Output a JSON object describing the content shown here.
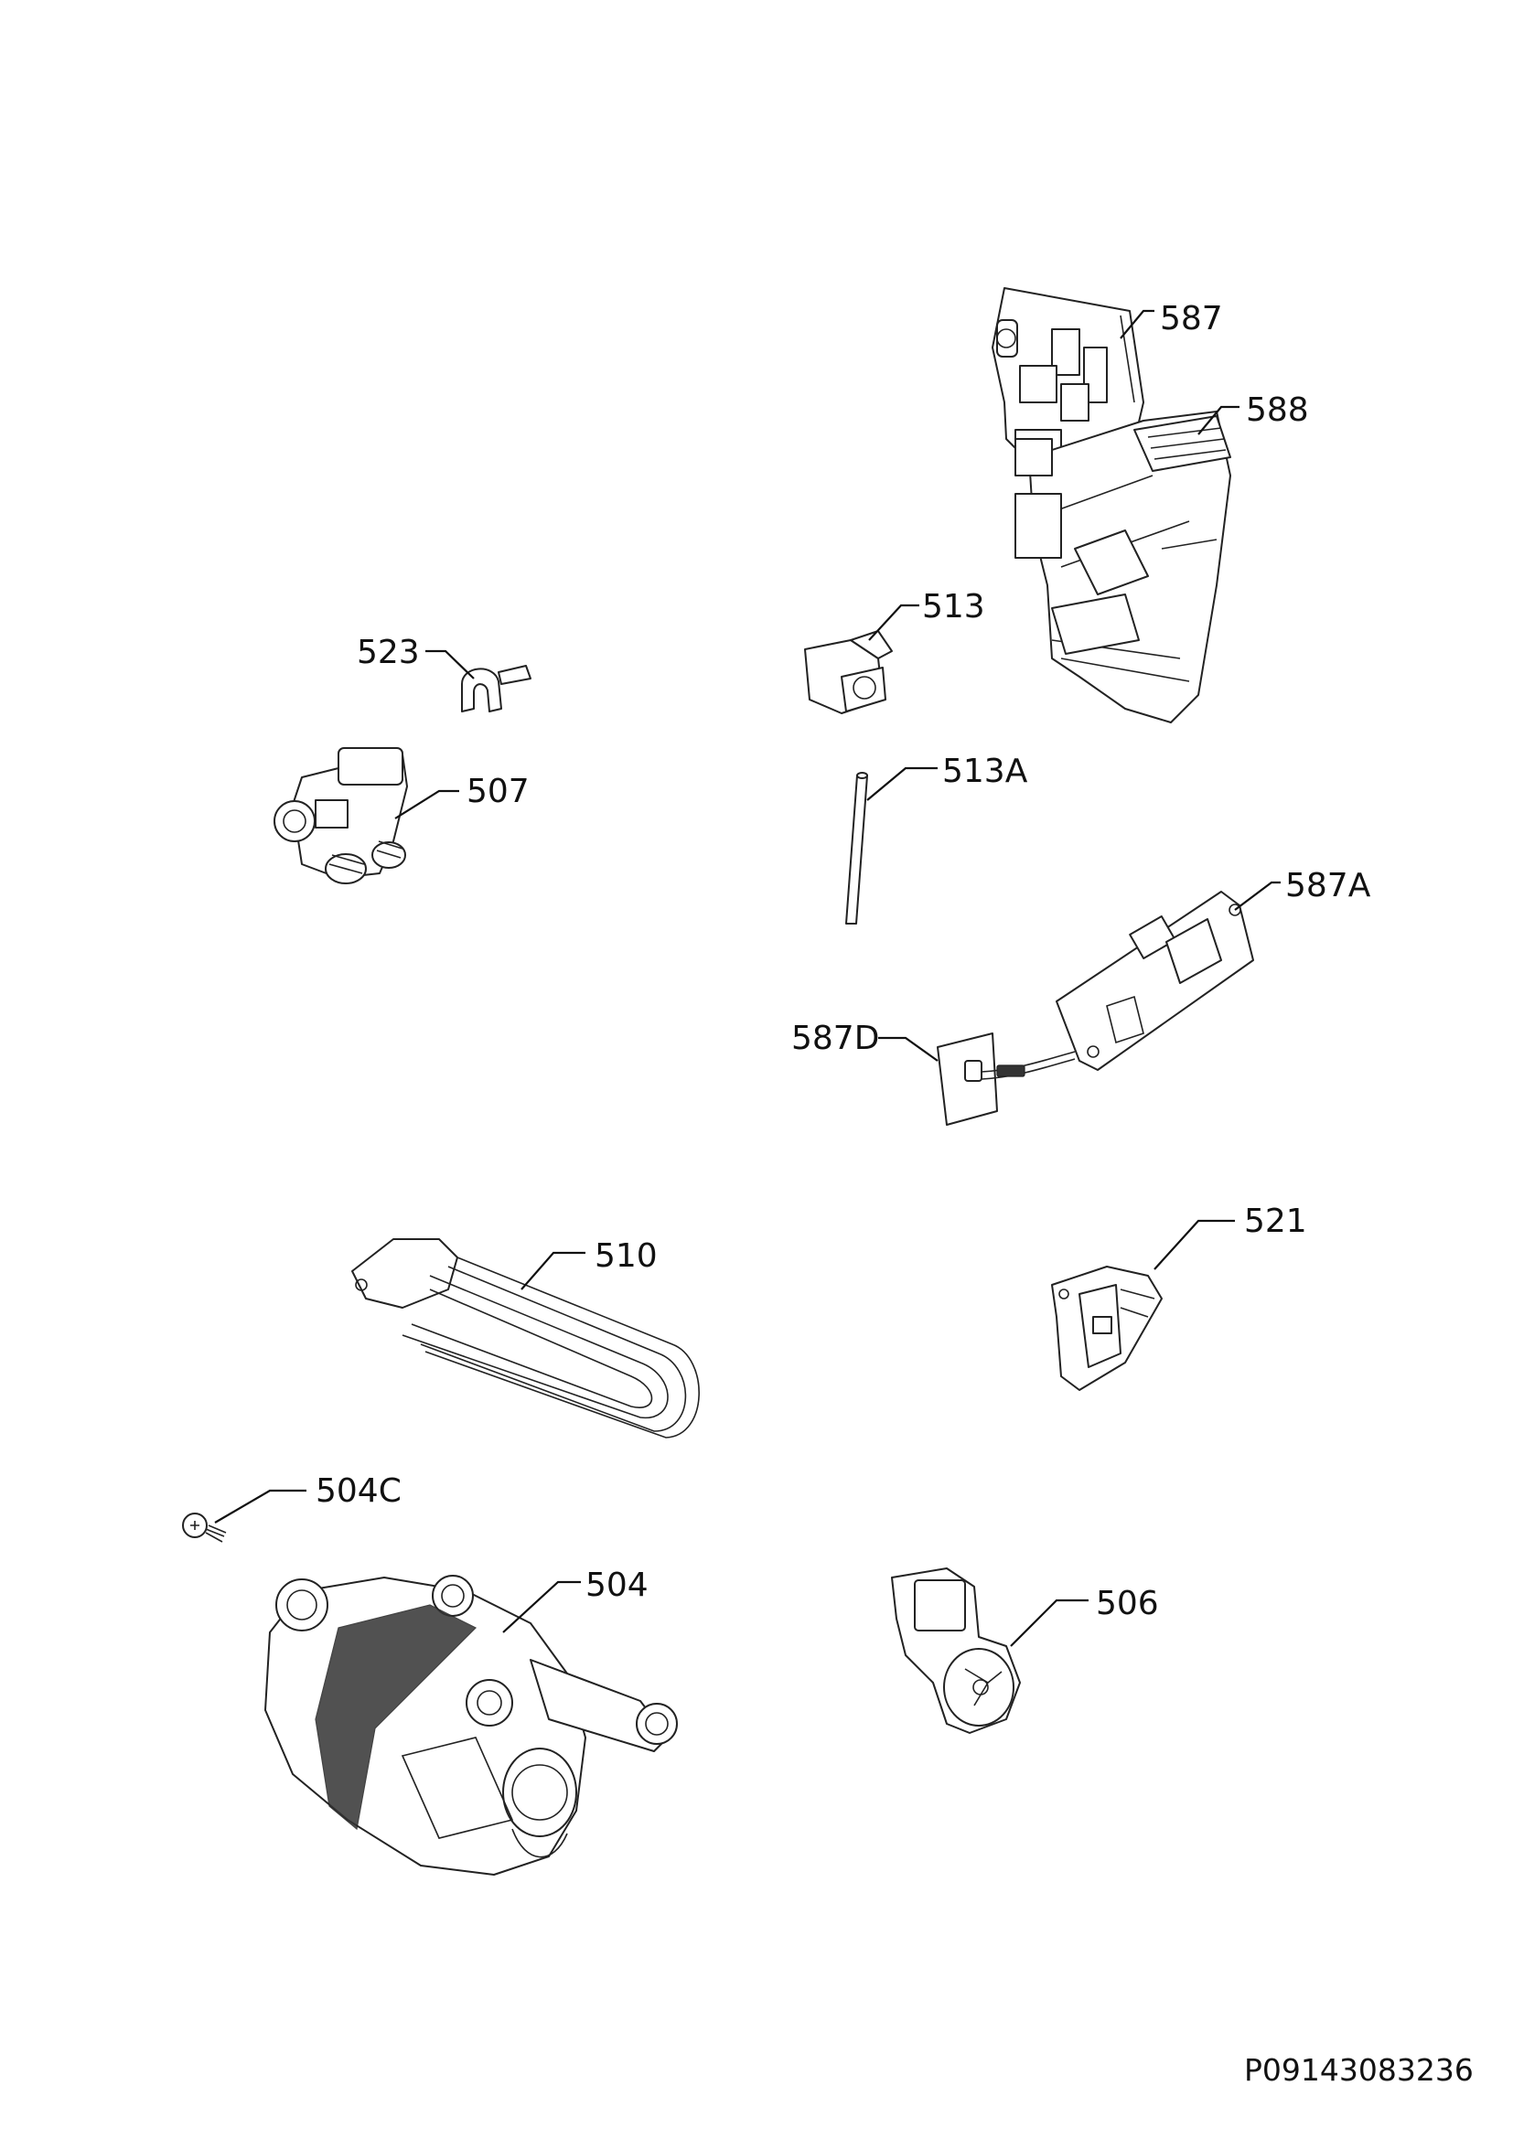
{
  "drawing_code": "P09143083236",
  "parts": [
    {
      "id": "587",
      "label": "587"
    },
    {
      "id": "588",
      "label": "588"
    },
    {
      "id": "513",
      "label": "513"
    },
    {
      "id": "523",
      "label": "523"
    },
    {
      "id": "507",
      "label": "507"
    },
    {
      "id": "513A",
      "label": "513A"
    },
    {
      "id": "587A",
      "label": "587A"
    },
    {
      "id": "587D",
      "label": "587D"
    },
    {
      "id": "510",
      "label": "510"
    },
    {
      "id": "521",
      "label": "521"
    },
    {
      "id": "504C",
      "label": "504C"
    },
    {
      "id": "504",
      "label": "504"
    },
    {
      "id": "506",
      "label": "506"
    }
  ]
}
